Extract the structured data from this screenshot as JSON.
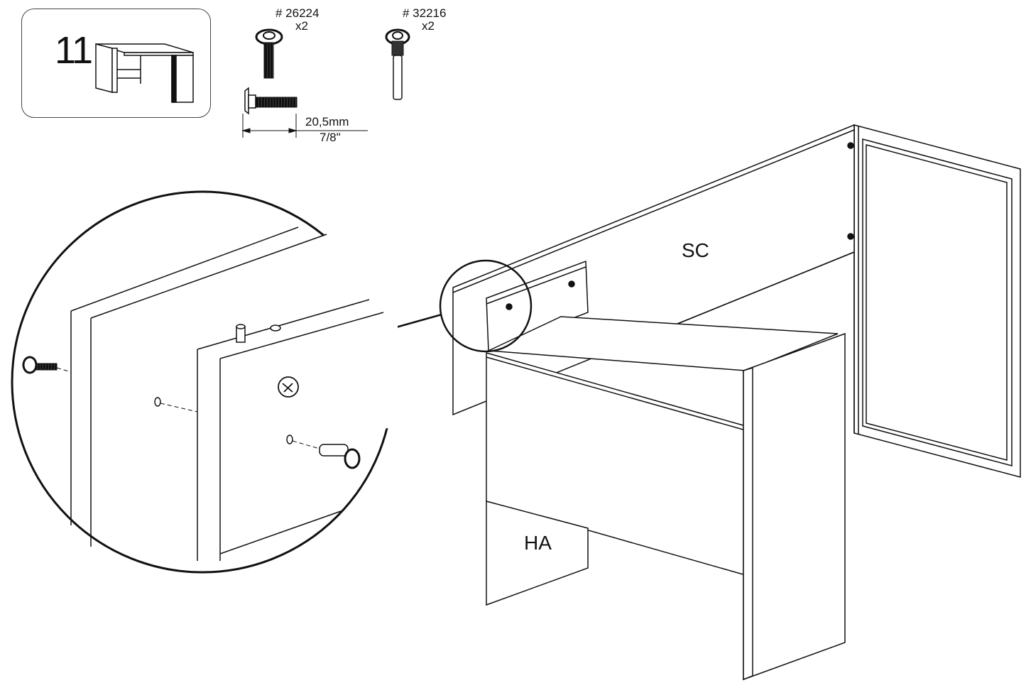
{
  "step": {
    "number": "11"
  },
  "hardware": [
    {
      "code": "# 26224",
      "qty": "x2",
      "icon": "mushroom-screw-icon"
    },
    {
      "code": "# 32216",
      "qty": "x2",
      "icon": "cam-bolt-icon"
    }
  ],
  "dimension": {
    "metric": "20,5mm",
    "imperial": "7/8\""
  },
  "panels": {
    "back": "SC",
    "side": "HA"
  },
  "colors": {
    "line": "#111111",
    "paper": "#ffffff",
    "frame": "#444444"
  }
}
